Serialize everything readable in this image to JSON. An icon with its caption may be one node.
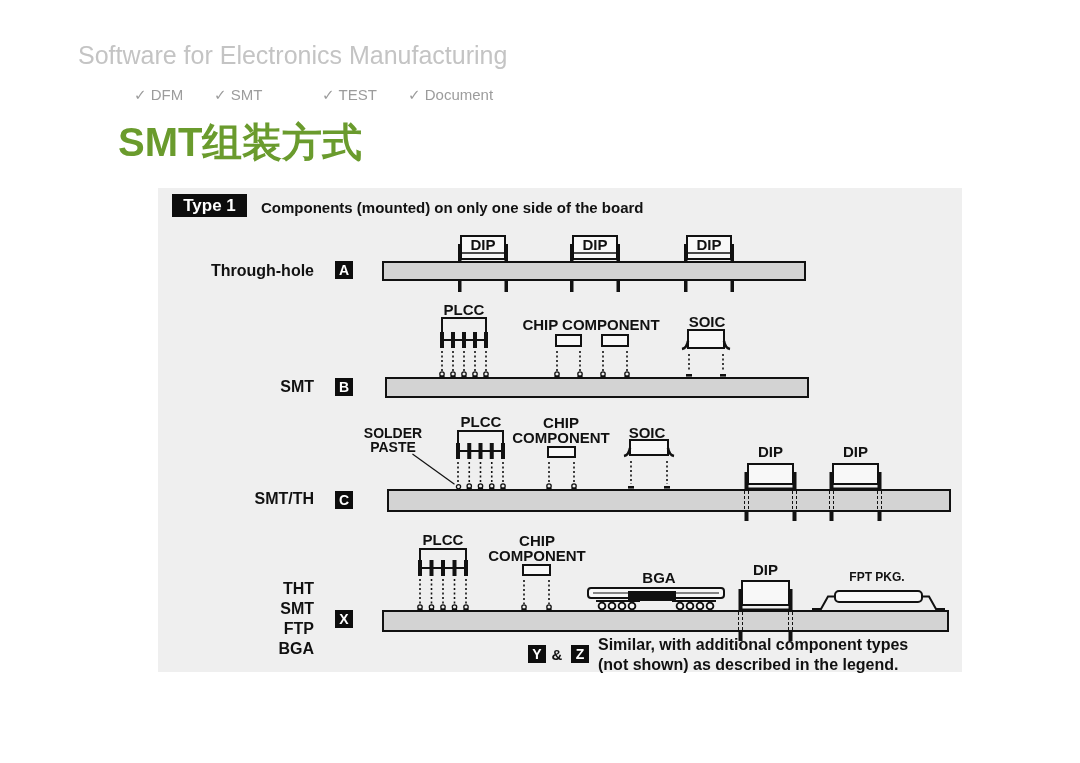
{
  "diagram": {
    "title": "SMT组装方式",
    "nodes": [
      {
        "text": [
          "Type 1"
        ]
      },
      {
        "text": [
          "DIP"
        ]
      },
      {
        "text": [
          "DIP"
        ]
      },
      {
        "text": [
          "DIP"
        ]
      },
      {
        "text": [
          "A"
        ]
      },
      {
        "text": [],
        "shape": "bar"
      },
      {
        "text": [
          "B"
        ]
      },
      {
        "text": [],
        "shape": "bar"
      },
      {
        "text": [
          "SOLDER PASTE"
        ]
      },
      {
        "text": [
          "DIP"
        ]
      },
      {
        "text": [
          "DIP"
        ]
      },
      {
        "text": [],
        "shape": "circle"
      },
      {
        "text": [
          "C"
        ]
      },
      {
        "text": [],
        "shape": "bar"
      },
      {
        "text": [
          "DIP"
        ]
      },
      {
        "text": [
          "X"
        ]
      },
      {
        "text": [],
        "shape": "bar"
      },
      {
        "text": [
          "Y"
        ]
      },
      {
        "text": [
          "Z"
        ]
      }
    ],
    "edges": [
      {
        "from": 8,
        "to": 11,
        "arrow": "none"
      }
    ],
    "labels": [
      "Software for Electronics Manufacturing",
      "✓ DFM",
      "✓ SMT",
      "✓ TEST",
      "✓ Document",
      "Components (mounted) on only one side of the board",
      "Through-hole",
      "PLCC",
      "CHIP COMPONENT",
      "SOIC",
      "SMT",
      "PLCC",
      "CHIP COMPONENT",
      "SOIC",
      "SMT/TH",
      "PLCC",
      "CHIP COMPONENT",
      "BGA",
      "FPT PKG.",
      "THT SMT FTP BGA",
      "&",
      "Similar, with additional component types (not shown) as described in the legend."
    ]
  }
}
